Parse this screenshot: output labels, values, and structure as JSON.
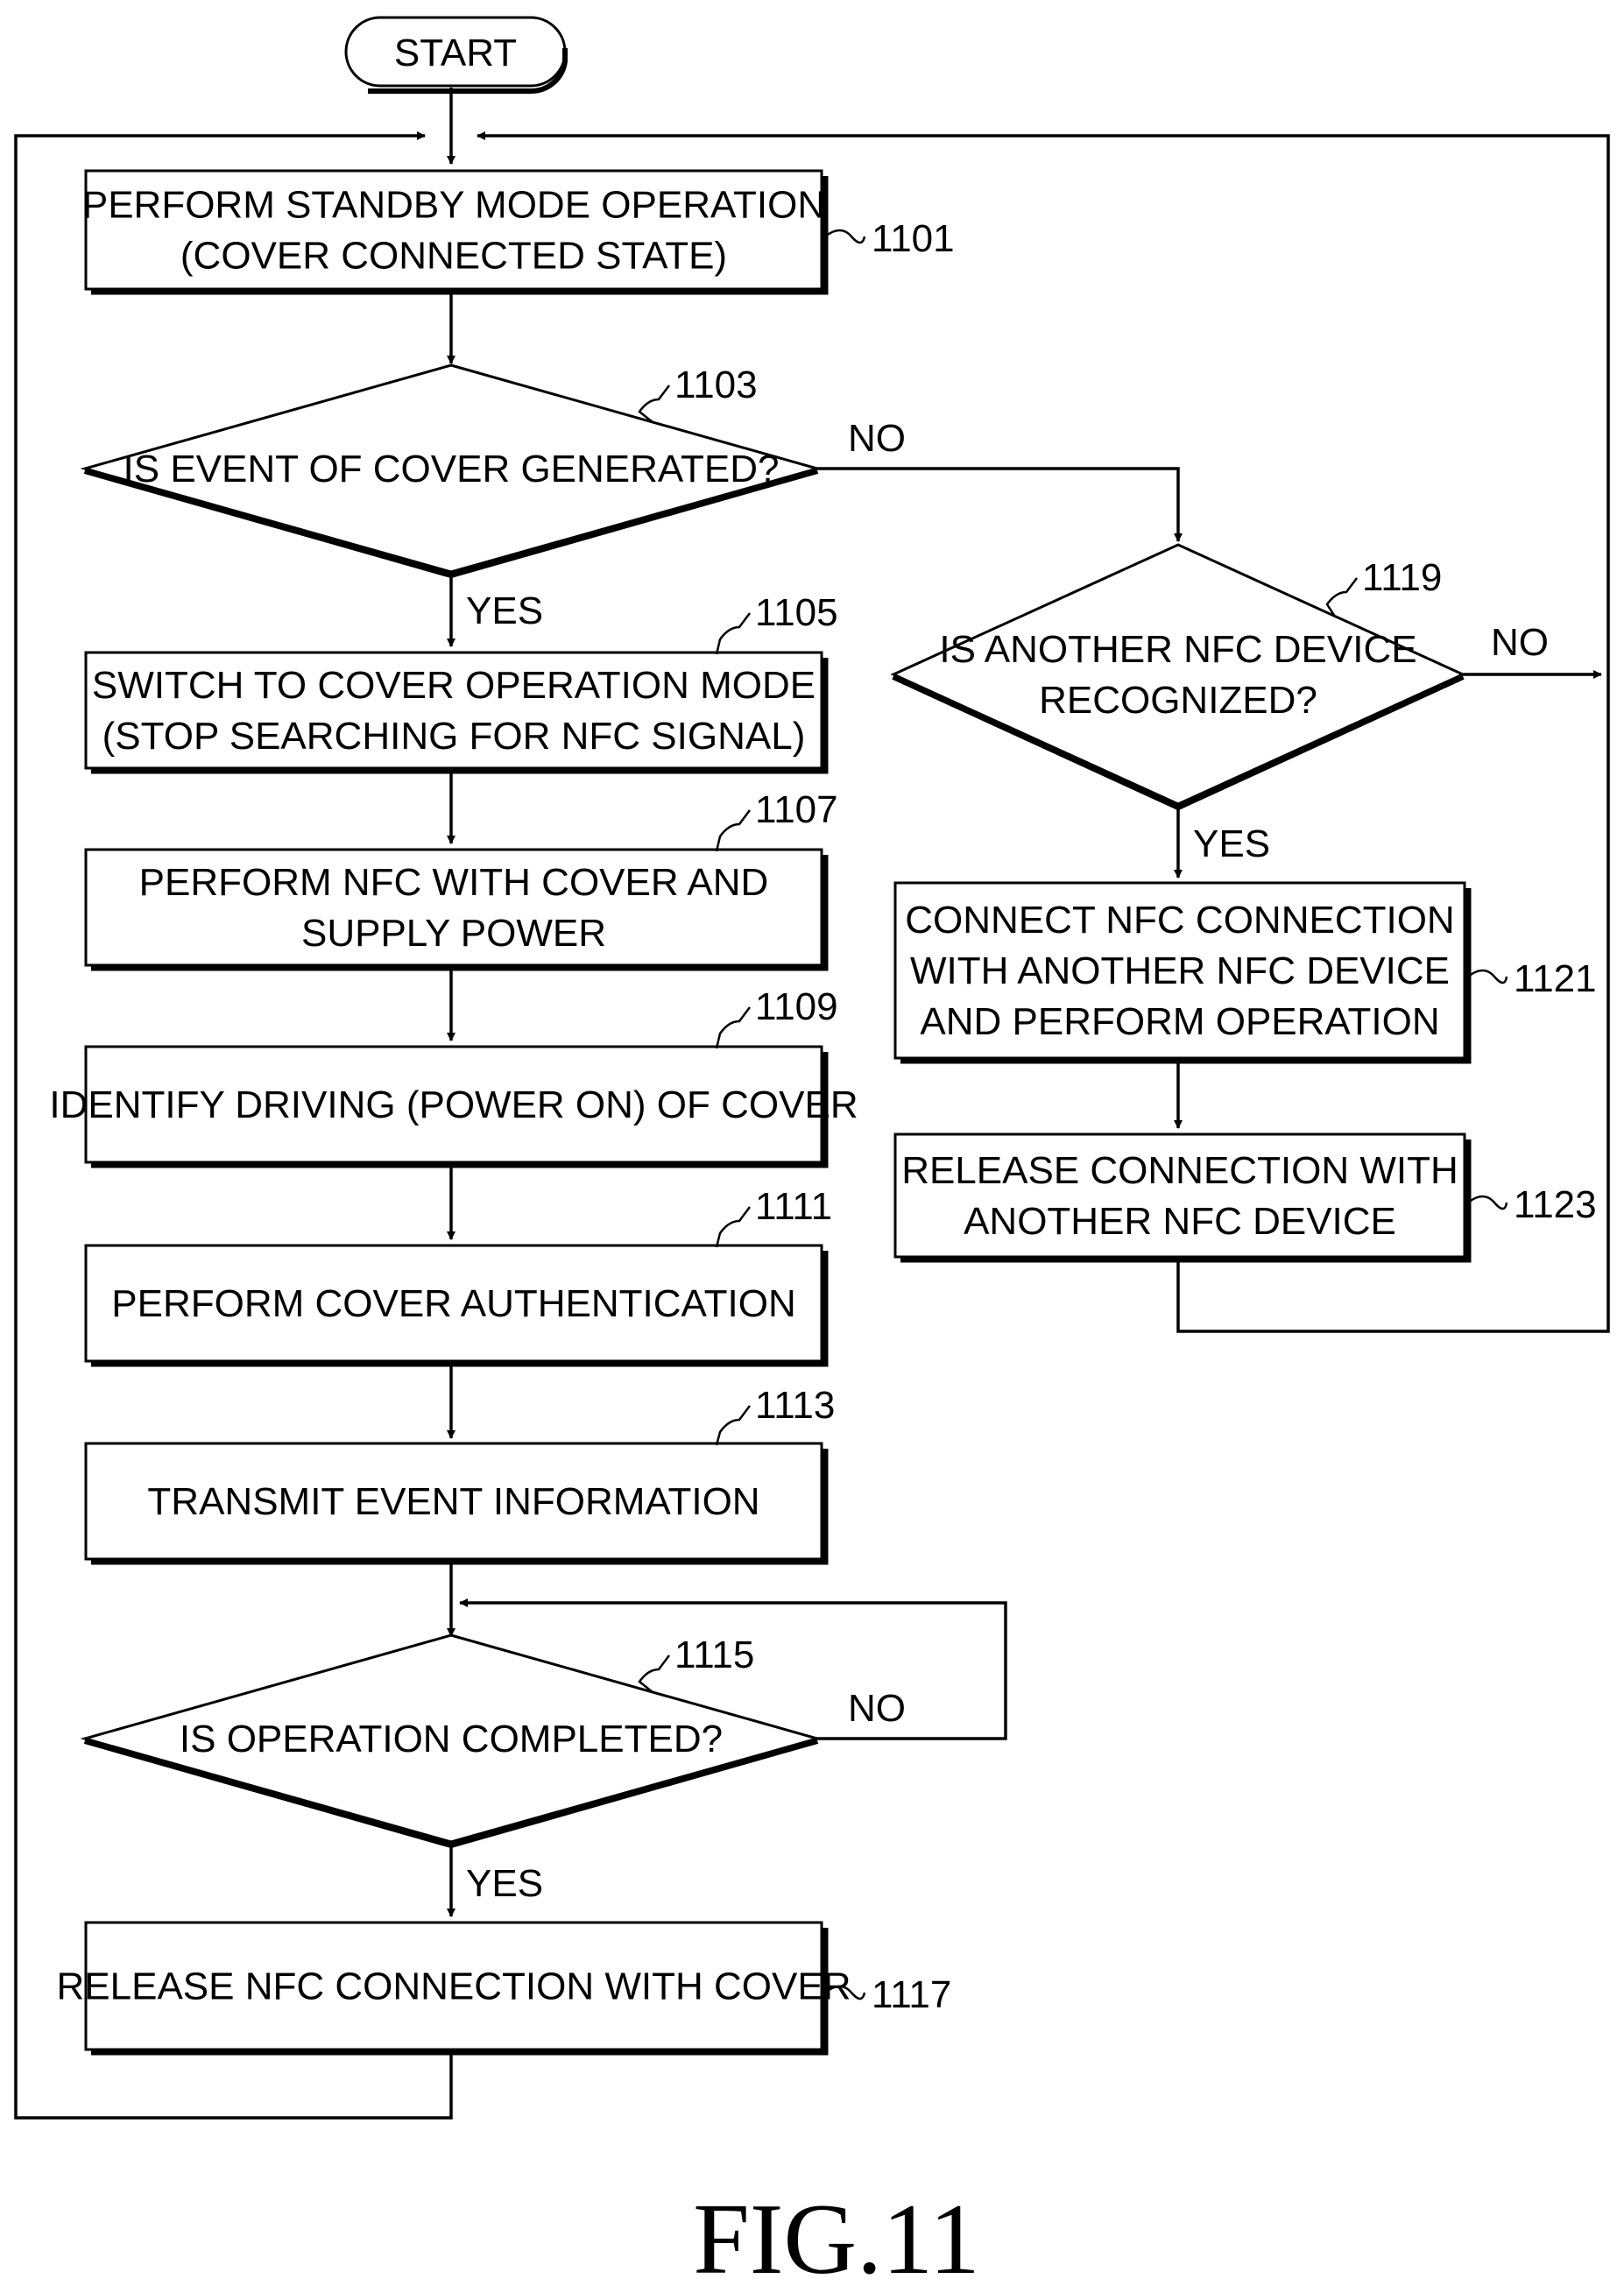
{
  "diagram": {
    "start": "START",
    "steps": {
      "s1101": {
        "ref": "1101",
        "lines": [
          "PERFORM STANDBY MODE OPERATION",
          "(COVER CONNECTED STATE)"
        ]
      },
      "d1103": {
        "ref": "1103",
        "lines": [
          "IS EVENT OF COVER GENERATED?"
        ]
      },
      "s1105": {
        "ref": "1105",
        "lines": [
          "SWITCH TO COVER OPERATION MODE",
          "(STOP SEARCHING FOR NFC SIGNAL)"
        ]
      },
      "s1107": {
        "ref": "1107",
        "lines": [
          "PERFORM NFC WITH COVER AND",
          "SUPPLY POWER"
        ]
      },
      "s1109": {
        "ref": "1109",
        "lines": [
          "IDENTIFY DRIVING (POWER ON) OF COVER"
        ]
      },
      "s1111": {
        "ref": "1111",
        "lines": [
          "PERFORM COVER AUTHENTICATION"
        ]
      },
      "s1113": {
        "ref": "1113",
        "lines": [
          "TRANSMIT EVENT INFORMATION"
        ]
      },
      "d1115": {
        "ref": "1115",
        "lines": [
          "IS OPERATION COMPLETED?"
        ]
      },
      "s1117": {
        "ref": "1117",
        "lines": [
          "RELEASE NFC CONNECTION WITH COVER"
        ]
      },
      "d1119": {
        "ref": "1119",
        "lines": [
          "IS ANOTHER NFC DEVICE",
          "RECOGNIZED?"
        ]
      },
      "s1121": {
        "ref": "1121",
        "lines": [
          "CONNECT NFC CONNECTION",
          "WITH ANOTHER NFC DEVICE",
          "AND PERFORM OPERATION"
        ]
      },
      "s1123": {
        "ref": "1123",
        "lines": [
          "RELEASE CONNECTION WITH",
          "ANOTHER NFC DEVICE"
        ]
      }
    },
    "branch_labels": {
      "d1103_yes": "YES",
      "d1103_no": "NO",
      "d1119_yes": "YES",
      "d1119_no": "NO",
      "d1115_yes": "YES",
      "d1115_no": "NO"
    },
    "figure_label": "FIG.11"
  }
}
